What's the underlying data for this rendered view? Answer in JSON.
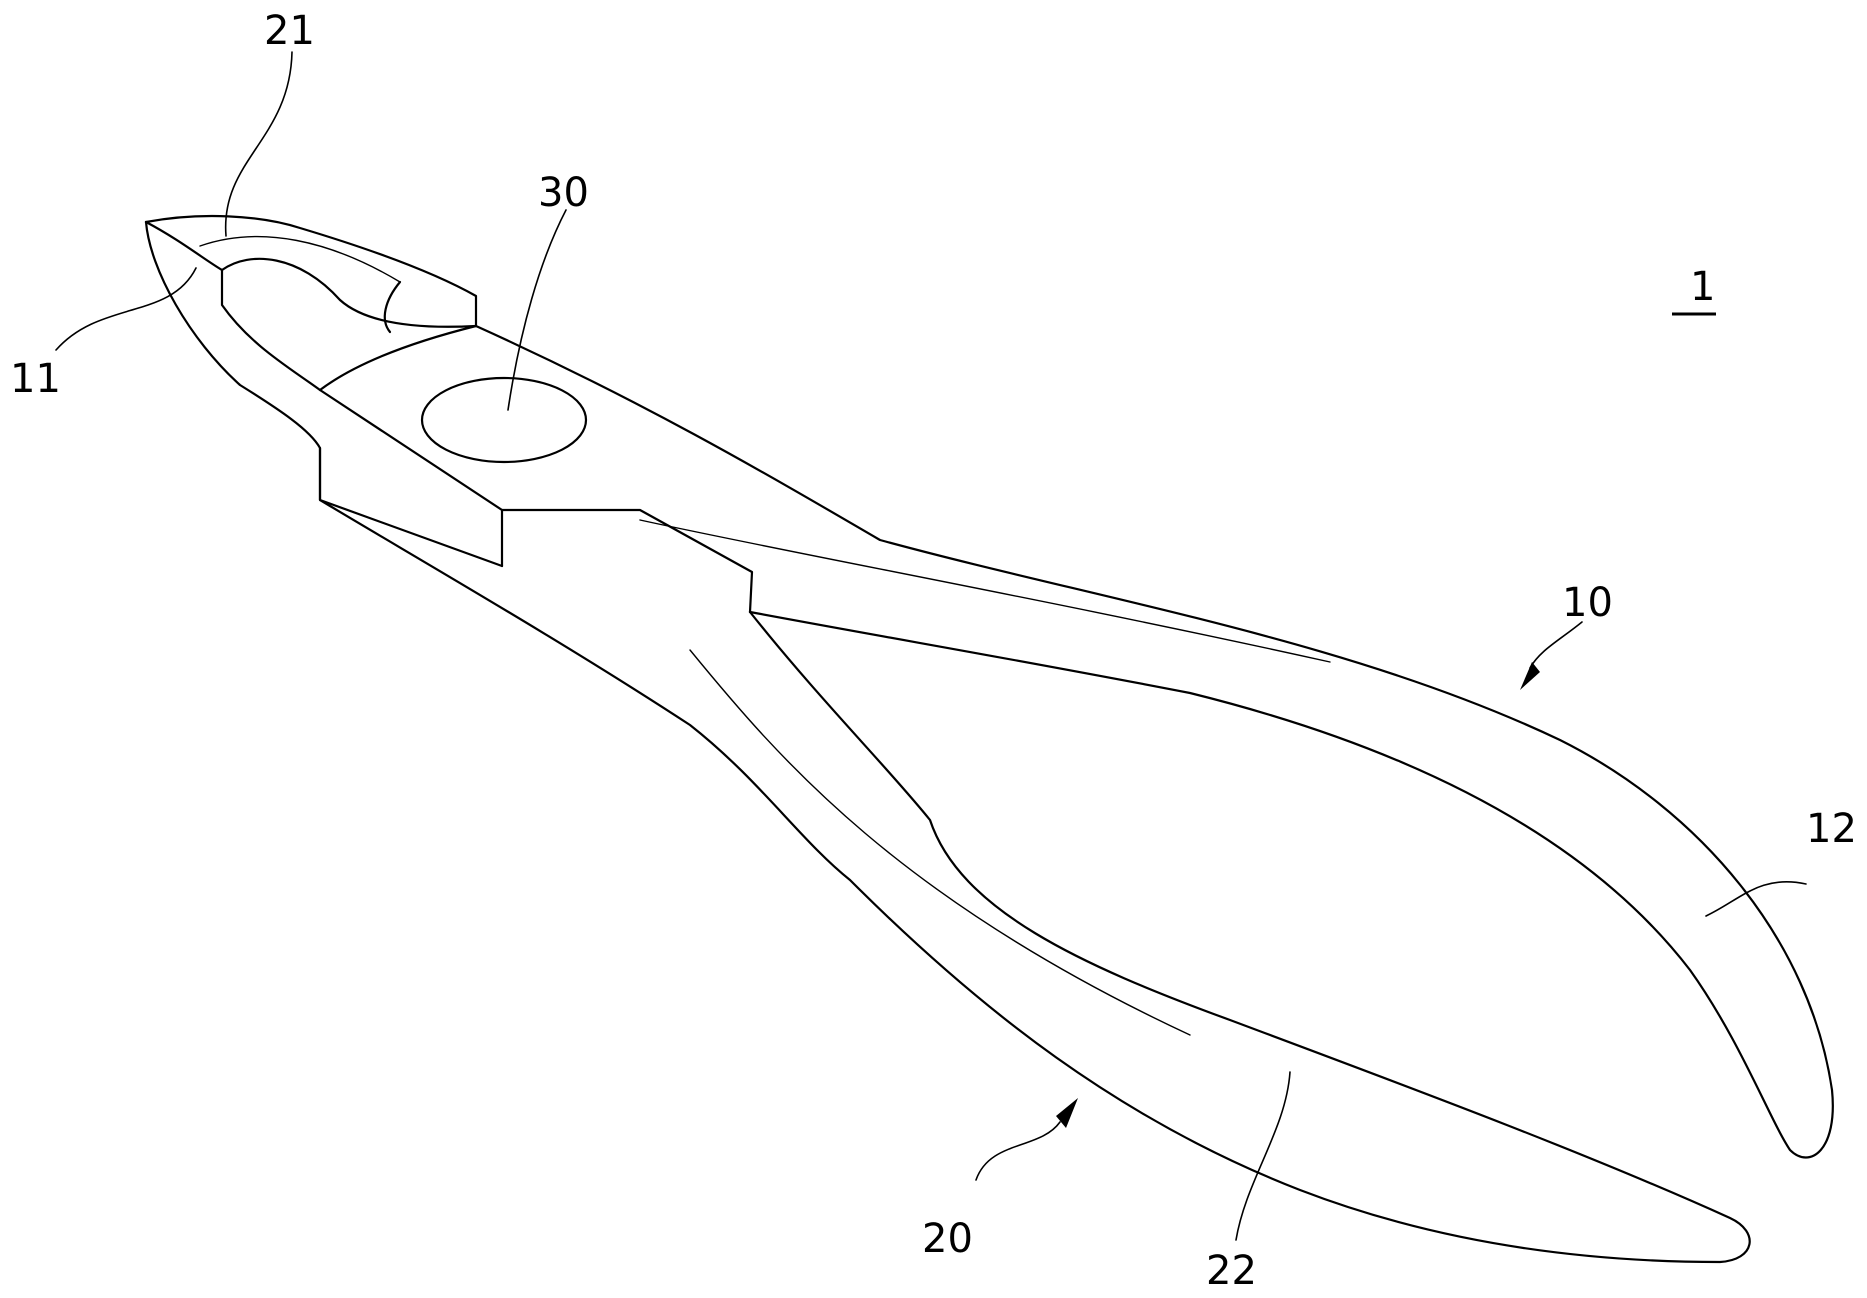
{
  "figure_label": "1",
  "parts": {
    "upper_handle": {
      "ref": "10"
    },
    "upper_jaw_tip": {
      "ref": "11"
    },
    "upper_grip": {
      "ref": "12"
    },
    "lower_handle": {
      "ref": "20"
    },
    "lower_jaw": {
      "ref": "21"
    },
    "lower_grip": {
      "ref": "22"
    },
    "pivot": {
      "ref": "30"
    }
  },
  "colors": {
    "line": "#000000",
    "background": "#ffffff"
  }
}
